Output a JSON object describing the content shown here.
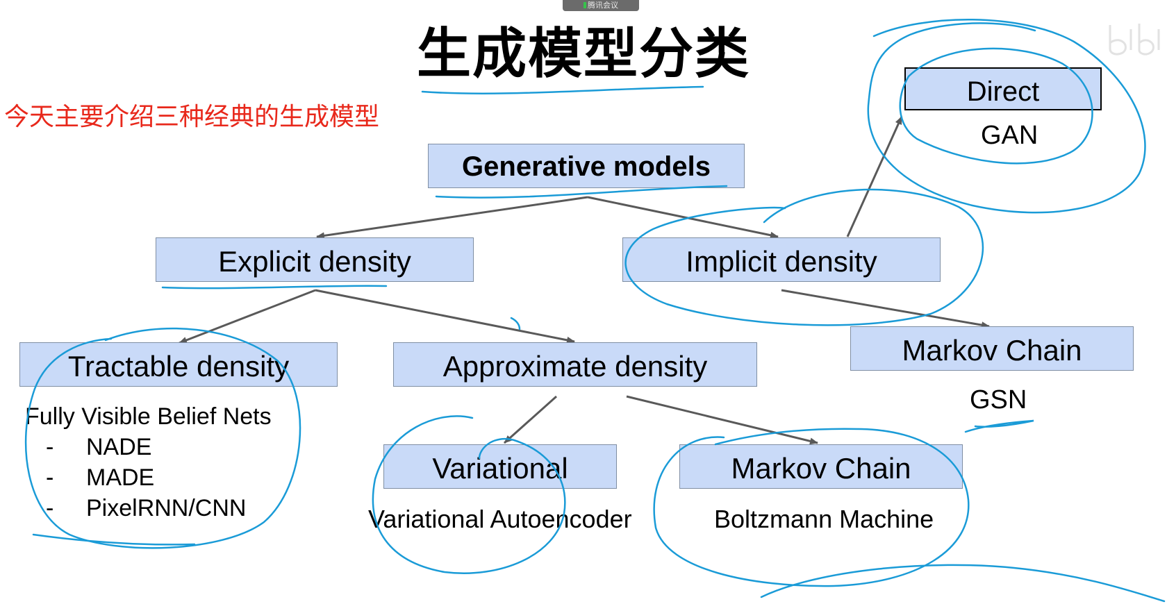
{
  "meeting_badge": "腾讯会议",
  "title": "生成模型分类",
  "subtitle": "今天主要介绍三种经典的生成模型",
  "nodes": {
    "generative_models": "Generative models",
    "explicit_density": "Explicit density",
    "implicit_density": "Implicit density",
    "direct": "Direct",
    "gan": "GAN",
    "markov_chain_implicit": "Markov Chain",
    "gsn": "GSN",
    "tractable_density": "Tractable density",
    "approximate_density": "Approximate density",
    "variational": "Variational",
    "markov_chain_approx": "Markov Chain",
    "variational_autoencoder": "Variational Autoencoder",
    "boltzmann_machine": "Boltzmann Machine"
  },
  "tractable_list": {
    "heading": "Fully Visible Belief Nets",
    "items": [
      {
        "bullet": "-",
        "text": "NADE"
      },
      {
        "bullet": "-",
        "text": "MADE"
      },
      {
        "bullet": "-",
        "text": "PixelRNN/CNN"
      }
    ]
  },
  "colors": {
    "box_fill": "#c9daf8",
    "arrow": "#595959",
    "annotation_ink": "#1a9bd7",
    "subtitle": "#e8281b"
  }
}
